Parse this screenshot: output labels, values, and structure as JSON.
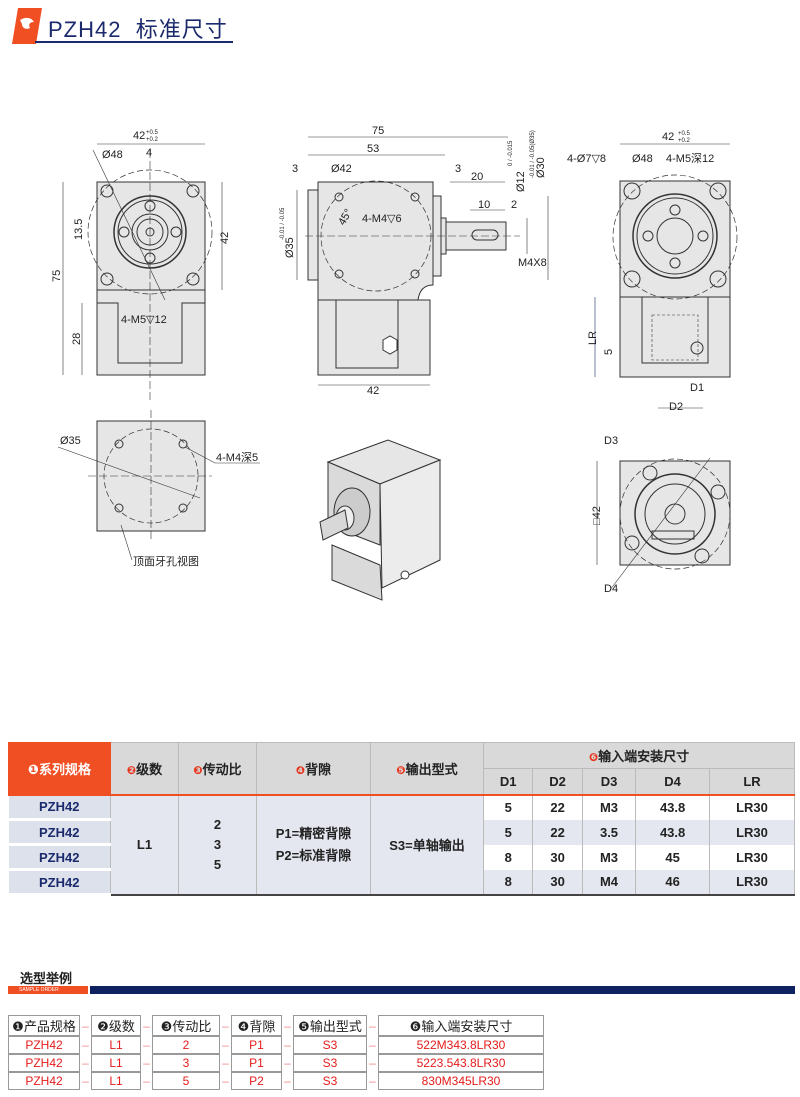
{
  "header": {
    "title": "PZH42  标准尺寸",
    "logo_color": "#f04e23",
    "accent": "#1a2a6c"
  },
  "views": {
    "front": {
      "width": "42",
      "width_tol_upper": "+0.5",
      "width_tol_lower": "+0.2",
      "dia": "Ø48",
      "key": "4",
      "h135": "13.5",
      "h75": "75",
      "h28": "28",
      "side42": "42",
      "thread": "4-M5▽12"
    },
    "side": {
      "l75": "75",
      "l53": "53",
      "l3a": "3",
      "dia42": "Ø42",
      "l3b": "3",
      "l20": "20",
      "l10": "10",
      "l2": "2",
      "m4x8": "M4X8",
      "shaft": "Ø12",
      "shaft_tol": "0 / -0.015",
      "flange": "Ø30",
      "flange_tol": "-0.01 / -0.05(Ø35)",
      "pilot": "Ø35",
      "pilot_tol": "-0.01 / -0.05",
      "angle": "45°",
      "thread": "4-M4▽6",
      "base42": "42"
    },
    "rear": {
      "width": "42",
      "tol_upper": "+0.5",
      "tol_lower": "+0.2",
      "holes": "4-Ø7▽8",
      "dia": "Ø48",
      "thread": "4-M5深12",
      "lr": "LR",
      "l5": "5",
      "d1": "D1",
      "d2": "D2"
    },
    "top": {
      "dia": "Ø35",
      "thread": "4-M4深5",
      "caption": "顶面牙孔视图"
    },
    "input": {
      "d3": "D3",
      "sq": "□42",
      "d4": "D4"
    }
  },
  "spec_table": {
    "headers": {
      "series": "系列规格",
      "stage": "级数",
      "ratio": "传动比",
      "backlash": "背隙",
      "output": "输出型式",
      "input": "输入端安装尺寸"
    },
    "nums": [
      "❶",
      "❷",
      "❸",
      "❹",
      "❺",
      "❻"
    ],
    "sub_headers": [
      "D1",
      "D2",
      "D3",
      "D4",
      "LR"
    ],
    "series": [
      "PZH42",
      "PZH42",
      "PZH42",
      "PZH42"
    ],
    "stage": "L1",
    "ratios": [
      "2",
      "3",
      "5"
    ],
    "backlash": [
      "P1=精密背隙",
      "P2=标准背隙"
    ],
    "output": "S3=单轴输出",
    "rows": [
      [
        "5",
        "22",
        "M3",
        "43.8",
        "LR30"
      ],
      [
        "5",
        "22",
        "3.5",
        "43.8",
        "LR30"
      ],
      [
        "8",
        "30",
        "M3",
        "45",
        "LR30"
      ],
      [
        "8",
        "30",
        "M4",
        "46",
        "LR30"
      ]
    ]
  },
  "sample": {
    "title": "选型举例",
    "subtitle": "SAMPLE ORDER",
    "headers": [
      "❶产品规格",
      "❷级数",
      "❸传动比",
      "❹背隙",
      "❺输出型式",
      "❻输入端安装尺寸"
    ],
    "sep": "–",
    "rows": [
      [
        "PZH42",
        "L1",
        "2",
        "P1",
        "S3",
        "522M343.8LR30"
      ],
      [
        "PZH42",
        "L1",
        "3",
        "P1",
        "S3",
        "5223.543.8LR30"
      ],
      [
        "PZH42",
        "L1",
        "5",
        "P2",
        "S3",
        "830M345LR30"
      ]
    ]
  }
}
